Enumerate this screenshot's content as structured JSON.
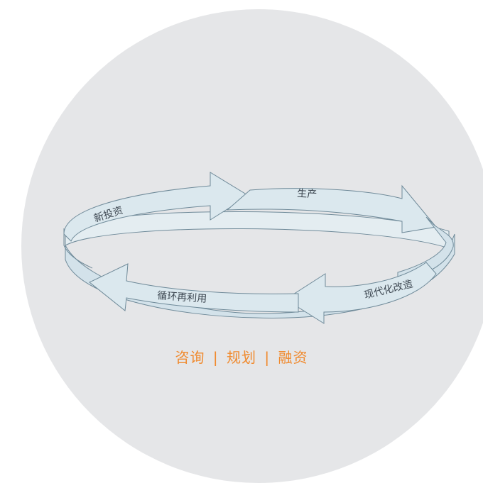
{
  "diagram": {
    "stages": [
      {
        "label": "新投资"
      },
      {
        "label": "生产"
      },
      {
        "label": "现代化改造"
      },
      {
        "label": "循环再利用"
      }
    ],
    "colors": {
      "background_circle": "#e5e6e8",
      "ring_fill": "#dbe8ee",
      "ring_stroke": "#6f8a99",
      "label": "#3c4650",
      "tagline": "#f08a2e"
    }
  },
  "tagline": {
    "part1": "咨询",
    "separator1": "|",
    "part2": "规划",
    "separator2": "|",
    "part3": "融资"
  }
}
